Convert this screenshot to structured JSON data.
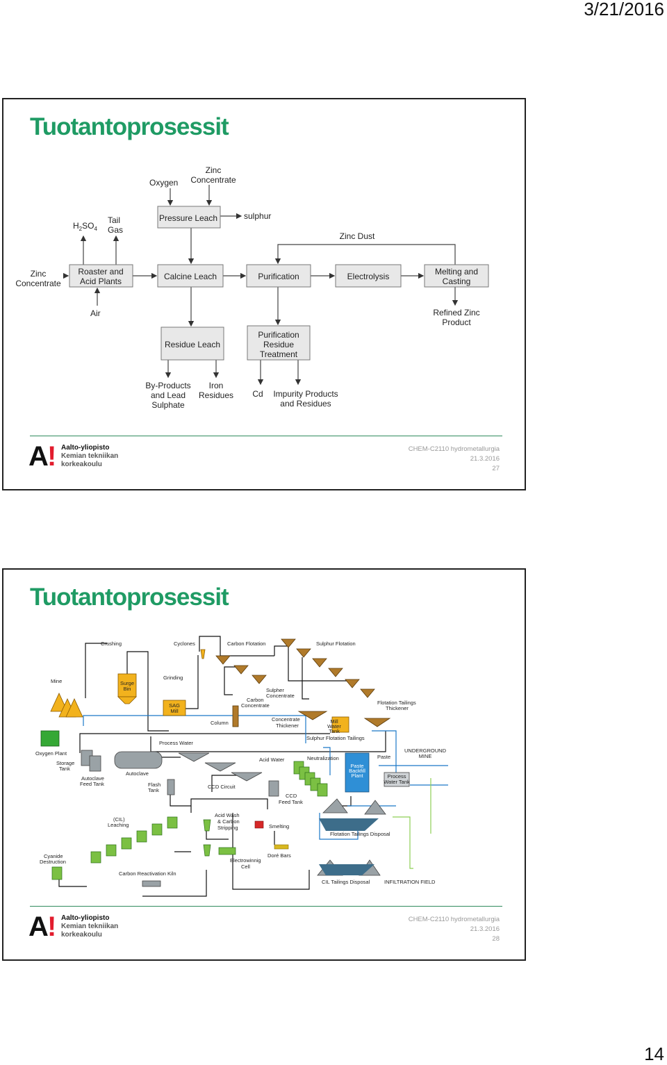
{
  "header": {
    "date": "3/21/2016"
  },
  "page_number": "14",
  "slides": [
    {
      "title": "Tuotantoprosessit",
      "logo": {
        "mark_a": "A",
        "mark_ex": "!",
        "line1": "Aalto-yliopisto",
        "line2": "Kemian tekniikan",
        "line3": "korkeakoulu"
      },
      "footer": {
        "course": "CHEM-C2110 hydrometallurgia",
        "date": "21.3.2016",
        "number": "27"
      },
      "flow": {
        "zinc_concentrate_in": [
          "Zinc",
          "Concentrate"
        ],
        "h2so4": {
          "h": "H",
          "two": "2",
          "so": "SO",
          "four": "4"
        },
        "tail_gas": [
          "Tail",
          "Gas"
        ],
        "air": "Air",
        "roaster": [
          "Roaster and",
          "Acid Plants"
        ],
        "oxygen": "Oxygen",
        "zinc_concentrate_top": [
          "Zinc",
          "Concentrate"
        ],
        "pressure_leach": "Pressure Leach",
        "sulphur": "sulphur",
        "calcine_leach": "Calcine Leach",
        "purification": "Purification",
        "zinc_dust": "Zinc Dust",
        "electrolysis": "Electrolysis",
        "melting": [
          "Melting and",
          "Casting"
        ],
        "refined_zinc": [
          "Refined Zinc",
          "Product"
        ],
        "residue_leach": "Residue Leach",
        "purification_residue": [
          "Purification",
          "Residue",
          "Treatment"
        ],
        "by_products": [
          "By-Products",
          "and Lead",
          "Sulphate"
        ],
        "iron_residues": [
          "Iron",
          "Residues"
        ],
        "cd": "Cd",
        "impurity": [
          "Impurity Products",
          "and Residues"
        ]
      }
    },
    {
      "title": "Tuotantoprosessit",
      "logo": {
        "mark_a": "A",
        "mark_ex": "!",
        "line1": "Aalto-yliopisto",
        "line2": "Kemian tekniikan",
        "line3": "korkeakoulu"
      },
      "footer": {
        "course": "CHEM-C2110 hydrometallurgia",
        "date": "21.3.2016",
        "number": "28"
      },
      "plant": {
        "crushing": "Crushing",
        "cyclones": "Cyclones",
        "carbon_flotation": "Carbon Flotation",
        "sulphur_flotation": "Sulphur Flotation",
        "mine": "Mine",
        "surge_bin": [
          "Surge",
          "Bin"
        ],
        "grinding": "Grinding",
        "sag_mill": [
          "SAG",
          "Mill"
        ],
        "sulpher_concentrate": [
          "Sulpher",
          "Concentrate"
        ],
        "carbon_concentrate": [
          "Carbon",
          "Concentrate"
        ],
        "flotation_tailings_thickener": [
          "Flotation Tailings",
          "Thickener"
        ],
        "column": "Column",
        "concentrate_thickener": [
          "Concentrate",
          "Thickener"
        ],
        "mill_water_tank": [
          "Mill",
          "Water",
          "Tank"
        ],
        "sulphur_flotation_tailings": "Sulphur Flotation Tailings",
        "oxygen_plant": "Oxygen Plant",
        "process_water": "Process Water",
        "storage_tank": [
          "Storage",
          "Tank"
        ],
        "autoclave_feed_tank": [
          "Autoclave",
          "Feed Tank"
        ],
        "autoclave": "Autoclave",
        "flash_tank": [
          "Flash",
          "Tank"
        ],
        "ccd_circuit": "CCD Circuit",
        "acid_water": "Acid Water",
        "neutralization": "Neutralization",
        "paste": "Paste",
        "underground_mine": [
          "UNDERGROUND",
          "MINE"
        ],
        "paste_backfill_plant": [
          "Paste",
          "Backfill",
          "Plant"
        ],
        "process_water_tank": [
          "Process",
          "Water Tank"
        ],
        "ccd_feed_tank": [
          "CCD",
          "Feed Tank"
        ],
        "cil_leaching": [
          "(CIL)",
          "Leaching"
        ],
        "acid_wash": [
          "Acid Wash",
          "& Carbon",
          "Stripping"
        ],
        "smelting": "Smelting",
        "flotation_tailings_disposal": "Flotation Tailings Disposal",
        "cyanide_destruction": [
          "Cyanide",
          "Destruction"
        ],
        "electrowinning_cell": [
          "Electrowinnig",
          "Cell"
        ],
        "dore_bars": "Doré Bars",
        "carbon_reactivation_kiln": "Carbon Reactivation Kiln",
        "cil_tailings_disposal": "CIL Tailings Disposal",
        "infiltration_field": "INFILTRATION FIELD"
      }
    }
  ]
}
